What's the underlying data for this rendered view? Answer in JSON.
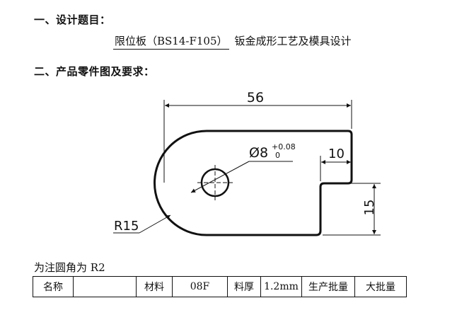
{
  "section1": {
    "title": "一、设计题目："
  },
  "subtitle": {
    "part_name": "限位板（BS14-F105）",
    "rest": "钣金成形工艺及模具设计"
  },
  "section2": {
    "title": "二、产品零件图及要求："
  },
  "drawing": {
    "dim_width": "56",
    "dim_hole_symbol": "Ø8",
    "dim_hole_tol_upper": "+0.08",
    "dim_hole_tol_lower": "0",
    "dim_step_width": "10",
    "dim_step_height": "15",
    "dim_radius": "R15"
  },
  "note": "为注圆角为 R2",
  "spec_table": {
    "name_label": "名称",
    "name_value": "",
    "material_label": "材料",
    "material_value": "08F",
    "thickness_label": "料厚",
    "thickness_value": "1.2mm",
    "batch_label": "生产批量",
    "batch_value": "大批量"
  }
}
